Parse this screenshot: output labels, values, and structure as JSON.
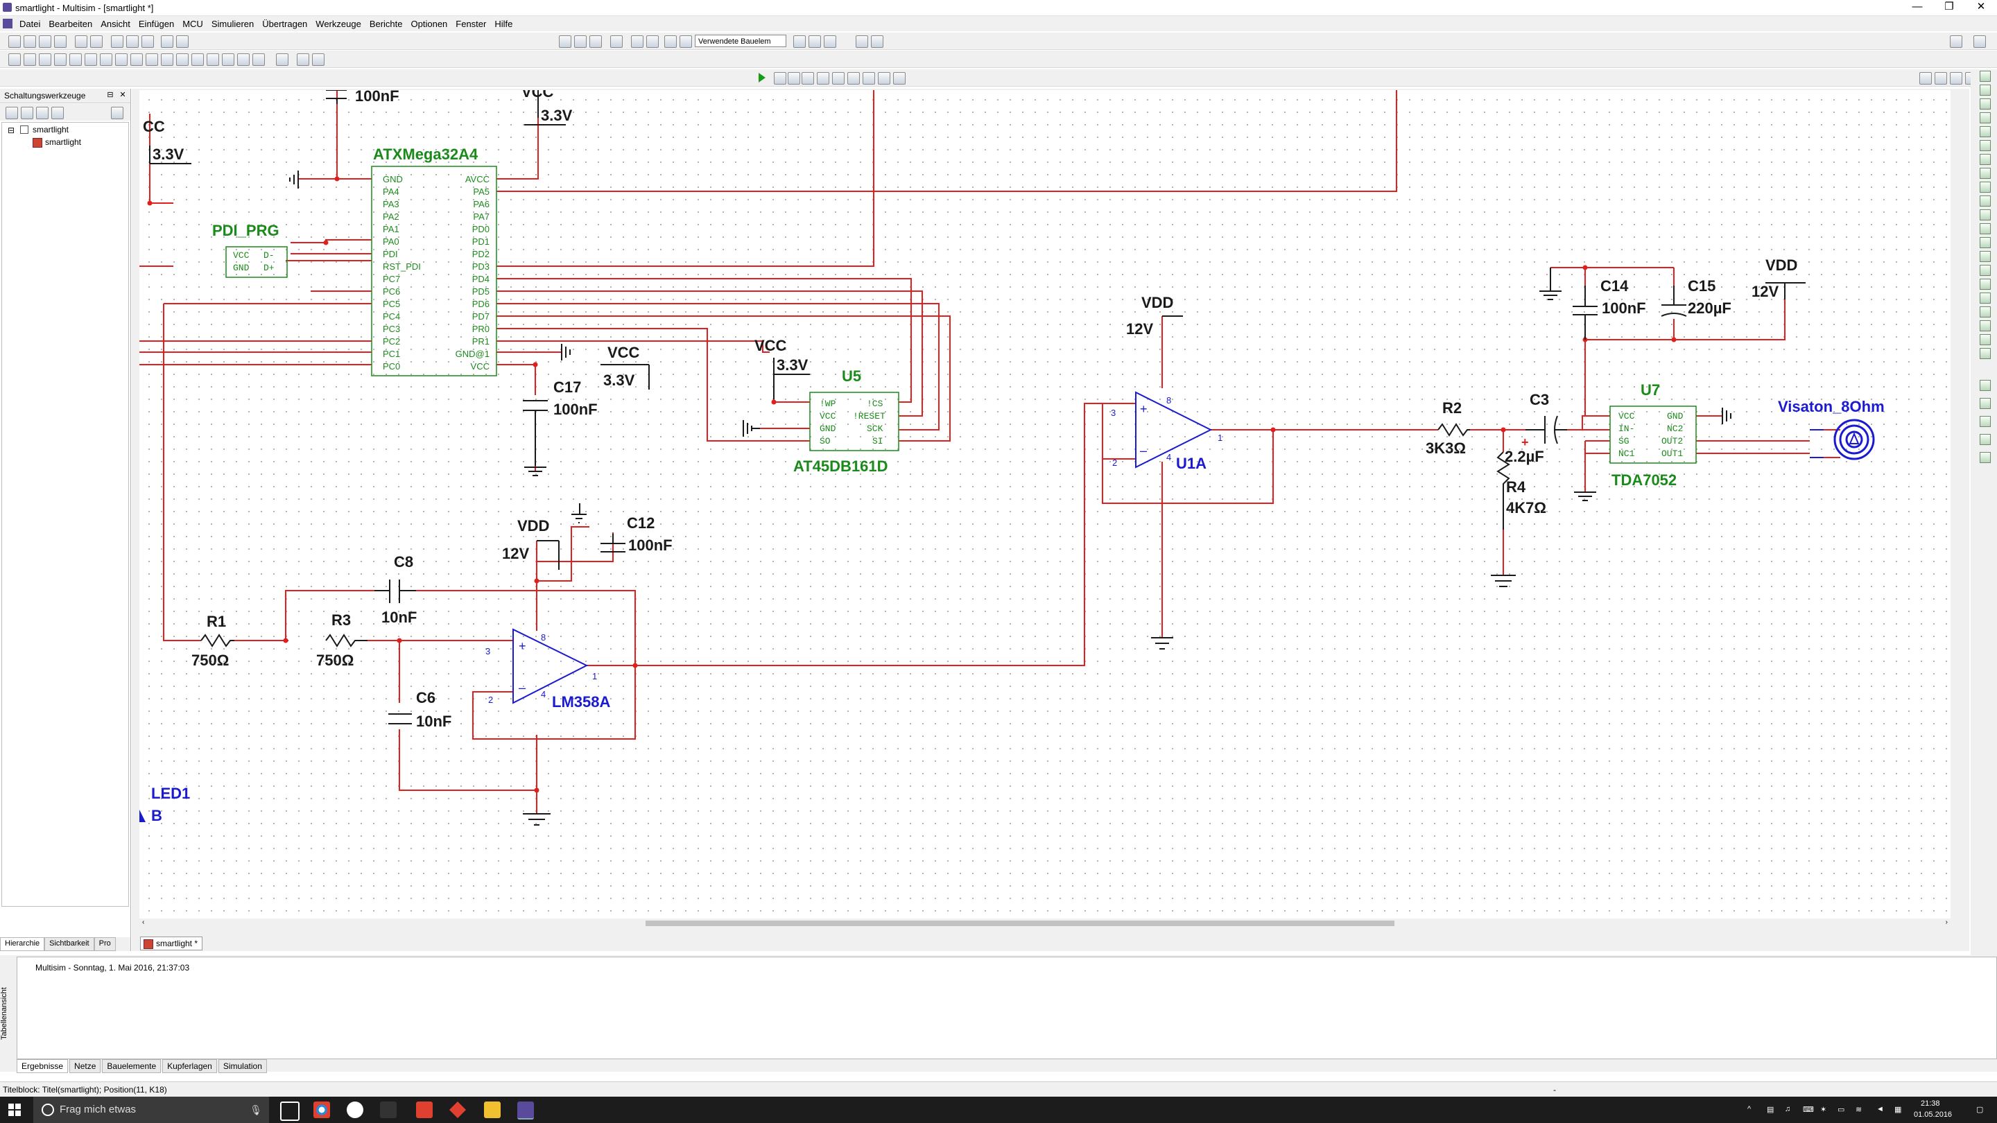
{
  "window": {
    "title": "smartlight - Multisim - [smartlight *]",
    "controls": [
      "—",
      "❐",
      "✕"
    ]
  },
  "menu": [
    "Datei",
    "Bearbeiten",
    "Ansicht",
    "Einfügen",
    "MCU",
    "Simulieren",
    "Übertragen",
    "Werkzeuge",
    "Berichte",
    "Optionen",
    "Fenster",
    "Hilfe"
  ],
  "toolbar": {
    "in_use_combo": "Verwendete Bauelem"
  },
  "sidebar": {
    "title": "Schaltungswerkzeuge",
    "tree_root": "smartlight",
    "tree_child": "smartlight",
    "tabs": [
      "Hierarchie",
      "Sichtbarkeit",
      "Pro"
    ]
  },
  "sheet_tab": "smartlight *",
  "schematic": {
    "mcu": {
      "name": "ATXMega32A4",
      "left_pins": [
        "GND",
        "PA4",
        "PA3",
        "PA2",
        "PA1",
        "PA0",
        "PDI",
        "RST_PDI",
        "PC7",
        "PC6",
        "PC5",
        "PC4",
        "PC3",
        "PC2",
        "PC1",
        "PC0"
      ],
      "right_pins": [
        "AVCC",
        "PA5",
        "PA6",
        "PA7",
        "PD0",
        "PD1",
        "PD2",
        "PD3",
        "PD4",
        "PD5",
        "PD6",
        "PD7",
        "PR0",
        "PR1",
        "GND@1",
        "VCC"
      ]
    },
    "pdi": {
      "name": "PDI_PRG",
      "pins": [
        "VCC",
        "D-",
        "GND",
        "D+"
      ]
    },
    "flash": {
      "ref": "U5",
      "part": "AT45DB161D",
      "pins": [
        "!WP",
        "!CS",
        "VCC",
        "!RESET",
        "GND",
        "SCK",
        "SO",
        "SI"
      ]
    },
    "amp": {
      "ref": "U7",
      "part": "TDA7052",
      "pins": [
        "VCC",
        "GND",
        "IN-",
        "NC2",
        "SG",
        "OUT2",
        "NC1",
        "OUT1"
      ]
    },
    "speaker": "Visaton_8Ohm",
    "opamp1": {
      "ref": "LM358A",
      "pins": [
        "3",
        "2",
        "8",
        "4",
        "1"
      ]
    },
    "opamp2": {
      "ref": "U1A",
      "pins": [
        "3",
        "2",
        "8",
        "4",
        "1"
      ]
    },
    "labels": {
      "c_top": "100nF",
      "vcc_top_value": "3.3V",
      "vcc_top_partial": "VCC",
      "cc_partial": "CC",
      "cc_value": "3.3V",
      "vcc2": "VCC",
      "vcc2_value": "3.3V",
      "c17": "C17",
      "c17_value": "100nF",
      "vcc3": "VCC",
      "vcc3_value": "3.3V",
      "vdd1": "VDD",
      "vdd1_value": "12V",
      "c12": "C12",
      "c12_value": "100nF",
      "c8": "C8",
      "c8_value": "10nF",
      "r1": "R1",
      "r1_value": "750Ω",
      "r3": "R3",
      "r3_value": "750Ω",
      "c6": "C6",
      "c6_value": "10nF",
      "vdd2": "VDD",
      "vdd2_value": "12V",
      "r2": "R2",
      "r2_value": "3K3Ω",
      "c3": "C3",
      "c3_value": "2.2µF",
      "c3_plus": "+",
      "r4": "R4",
      "r4_value": "4K7Ω",
      "c14": "C14",
      "c14_value": "100nF",
      "c15": "C15",
      "c15_value": "220µF",
      "vdd3": "VDD",
      "vdd3_value": "12V",
      "led1": "LED1",
      "led1_partial": "B"
    }
  },
  "output": {
    "log": "Multisim  -  Sonntag, 1. Mai 2016, 21:37:03",
    "side_label": "Tabellenansicht",
    "tabs": [
      "Ergebnisse",
      "Netze",
      "Bauelemente",
      "Kupferlagen",
      "Simulation"
    ]
  },
  "status": {
    "text": "Titelblock: Titel(smartlight); Position(11, K18)",
    "sep": "-"
  },
  "taskbar": {
    "search_placeholder": "Frag mich etwas",
    "time": "21:38",
    "date": "01.05.2016"
  },
  "colors": {
    "wire": "#e0201e",
    "component": "#1a1a1a",
    "label_green": "#1a8a1a",
    "label_blue": "#1a1ad0",
    "box_green": "#1a8a1a"
  }
}
